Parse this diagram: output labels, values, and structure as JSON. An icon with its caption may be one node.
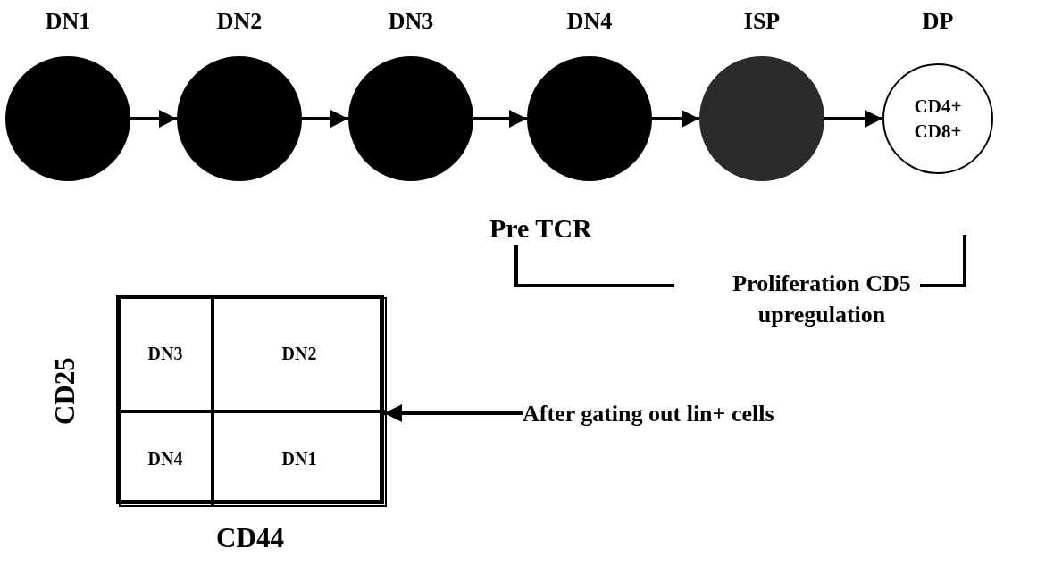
{
  "diagram": {
    "nodes": [
      {
        "text": [
          "DN1"
        ]
      },
      {
        "text": [
          "DN2"
        ]
      },
      {
        "text": [
          "DN3"
        ]
      },
      {
        "text": [
          "DN4"
        ]
      },
      {
        "text": [
          "ISP"
        ]
      },
      {
        "text": [
          "DP",
          "CD4+ CD8+"
        ]
      },
      {
        "text": [],
        "shape": "box",
        "beside": [
          "CD25",
          "CD44"
        ]
      },
      {
        "text": [
          "DN3"
        ],
        "in": 6
      },
      {
        "text": [
          "DN2"
        ],
        "in": 6
      },
      {
        "text": [
          "DN4"
        ],
        "in": 6
      },
      {
        "text": [
          "DN1"
        ],
        "in": 6
      },
      {
        "text": [
          "After gating out lin+ cells"
        ]
      }
    ],
    "edges": [
      {
        "from": 0,
        "to": 1,
        "arrow": "to"
      },
      {
        "from": 1,
        "to": 2,
        "arrow": "to"
      },
      {
        "from": 2,
        "to": 3,
        "arrow": "to"
      },
      {
        "from": 3,
        "to": 4,
        "arrow": "to"
      },
      {
        "from": 4,
        "to": 5,
        "arrow": "to"
      },
      {
        "from": 11,
        "to": 6,
        "arrow": "to"
      }
    ],
    "labels": [
      "Pre TCR",
      "Proliferation CD5 upregulation"
    ]
  }
}
